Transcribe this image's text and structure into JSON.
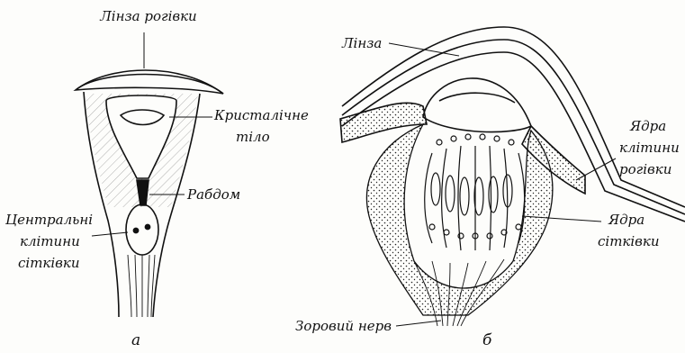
{
  "figure_a": {
    "panel_label": "а",
    "labels": {
      "corneal_lens": "Лінза рогівки",
      "crystalline_cone_1": "Кристалічне",
      "crystalline_cone_2": "тіло",
      "rhabdom": "Рабдом",
      "central_cells_1": "Центральні",
      "central_cells_2": "клітини",
      "central_cells_3": "сітківки"
    }
  },
  "figure_b": {
    "panel_label": "б",
    "labels": {
      "lens": "Лінза",
      "cornea_nuclei_1": "Ядра",
      "cornea_nuclei_2": "клітини",
      "cornea_nuclei_3": "рогівки",
      "retina_nuclei_1": "Ядра",
      "retina_nuclei_2": "сітківки",
      "optic_nerve": "Зоровий нерв"
    }
  },
  "colors": {
    "ink": "#111111",
    "paper": "#fdfdfb"
  }
}
